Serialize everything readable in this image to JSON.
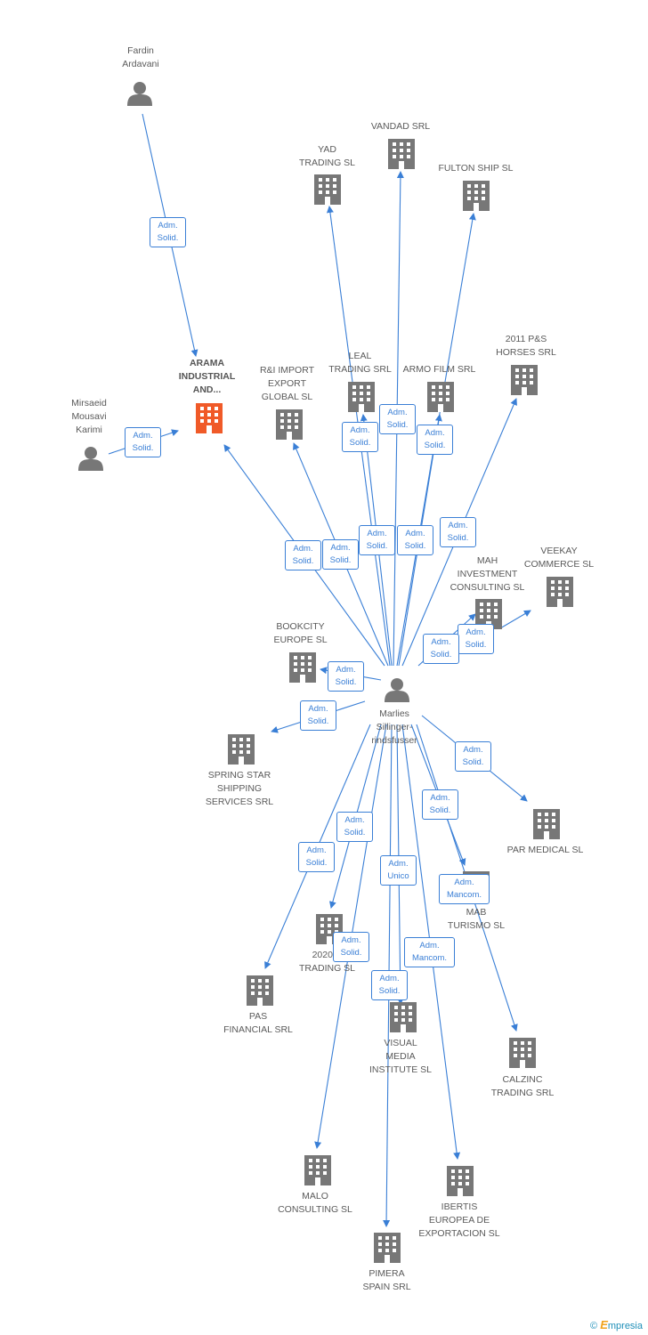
{
  "colors": {
    "edge": "#3a7fd6",
    "building": "#777777",
    "highlight": "#f05a28",
    "person": "#777777"
  },
  "nodes": {
    "fardin": {
      "label": "Fardin\nArdavani",
      "icon": "person-icon"
    },
    "mirsaeid": {
      "label": "Mirsaeid\nMousavi\nKarimi",
      "icon": "person-icon"
    },
    "marlies": {
      "label": "Marlies\nSillinger-\nrindsfusser",
      "icon": "person-icon"
    },
    "arama": {
      "label": "ARAMA\nINDUSTRIAL\nAND...",
      "icon": "building-icon"
    },
    "ri_import": {
      "label": "R&I IMPORT\nEXPORT\nGLOBAL  SL",
      "icon": "building-icon"
    },
    "yad": {
      "label": "YAD\nTRADING SL",
      "icon": "building-icon"
    },
    "vandad": {
      "label": "VANDAD SRL",
      "icon": "building-icon"
    },
    "fulton": {
      "label": "FULTON SHIP SL",
      "icon": "building-icon"
    },
    "leal": {
      "label": "LEAL\nTRADING SRL",
      "icon": "building-icon"
    },
    "armo": {
      "label": "ARMO FILM SRL",
      "icon": "building-icon"
    },
    "horses": {
      "label": "2011 P&S\nHORSES SRL",
      "icon": "building-icon"
    },
    "veekay": {
      "label": "VEEKAY\nCOMMERCE SL",
      "icon": "building-icon"
    },
    "mah": {
      "label": "MAH\nINVESTMENT\nCONSULTING SL",
      "icon": "building-icon"
    },
    "bookcity": {
      "label": "BOOKCITY\nEUROPE SL",
      "icon": "building-icon"
    },
    "springstar": {
      "label": "SPRING STAR\nSHIPPING\nSERVICES SRL",
      "icon": "building-icon"
    },
    "parmedical": {
      "label": "PAR MEDICAL SL",
      "icon": "building-icon"
    },
    "mab": {
      "label": "MAB\nTURISMO SL",
      "icon": "building-icon"
    },
    "r2020": {
      "label": "2020 R\nTRADING SL",
      "icon": "building-icon"
    },
    "pas": {
      "label": "PAS\nFINANCIAL SRL",
      "icon": "building-icon"
    },
    "visual": {
      "label": "VISUAL\nMEDIA\nINSTITUTE SL",
      "icon": "building-icon"
    },
    "calzinc": {
      "label": "CALZINC\nTRADING SRL",
      "icon": "building-icon"
    },
    "malo": {
      "label": "MALO\nCONSULTING SL",
      "icon": "building-icon"
    },
    "ibertis": {
      "label": "IBERTIS\nEUROPEA DE\nEXPORTACION SL",
      "icon": "building-icon"
    },
    "pimera": {
      "label": "PIMERA\nSPAIN SRL",
      "icon": "building-icon"
    }
  },
  "tags": {
    "t_fardin": "Adm.\nSolid.",
    "t_mirsaeid": "Adm.\nSolid.",
    "t_arama": "Adm.\nSolid.",
    "t_ri": "Adm.\nSolid.",
    "t_yad": "Adm.\nSolid.",
    "t_vandad": "Adm.\nSolid.",
    "t_leal": "Adm.\nSolid.",
    "t_fulton": "Adm.\nSolid.",
    "t_armo": "Adm.\nSolid.",
    "t_horses": "Adm.\nSolid.",
    "t_veekay": "Adm.\nSolid.",
    "t_mah": "Adm.\nSolid.",
    "t_bookcity": "Adm.\nSolid.",
    "t_springstar": "Adm.\nSolid.",
    "t_parmedical": "Adm.\nSolid.",
    "t_calzinc": "Adm.\nSolid.",
    "t_r2020": "Adm.\nSolid.",
    "t_pas": "Adm.\nSolid.",
    "t_mab": "Adm.\nUnico",
    "t_mab2": "Adm.\nMancom.",
    "t_malo": "Adm.\nSolid.",
    "t_ibertis": "Adm.\nMancom.",
    "t_pimera": "Adm.\nSolid."
  },
  "footer": {
    "copyright": "©",
    "brand_initial": "E",
    "brand_rest": "mpresia"
  }
}
